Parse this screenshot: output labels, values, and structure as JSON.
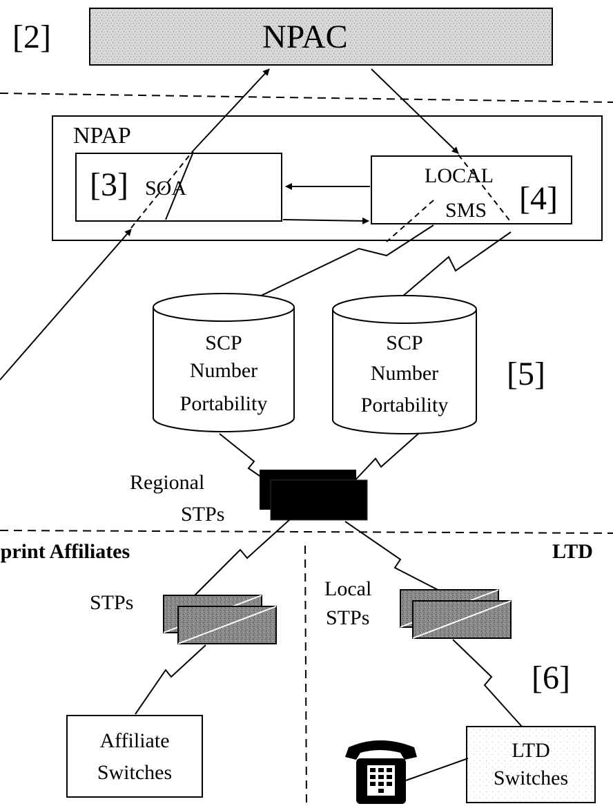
{
  "npac": {
    "label": "NPAC",
    "ref": "[2]"
  },
  "npap": {
    "label": "NPAP"
  },
  "soa": {
    "label": "SOA",
    "ref": "[3]"
  },
  "local_sms": {
    "line1": "LOCAL",
    "line2": "SMS",
    "ref": "[4]"
  },
  "scp_left": {
    "line1": "SCP",
    "line2": "Number",
    "line3": "Portability"
  },
  "scp_right": {
    "line1": "SCP",
    "line2": "Number",
    "line3": "Portability"
  },
  "scp_ref": "[5]",
  "regional_stps": {
    "line1": "Regional",
    "line2": "STPs"
  },
  "affiliates": {
    "title": "Sprint Affiliates",
    "stps": "STPs",
    "switch_line1": "Affiliate",
    "switch_line2": "Switches"
  },
  "ltd": {
    "title": "LTD",
    "local_stps_line1": "Local",
    "local_stps_line2": "STPs",
    "ref": "[6]",
    "switch_line1": "LTD",
    "switch_line2": "Switches"
  }
}
